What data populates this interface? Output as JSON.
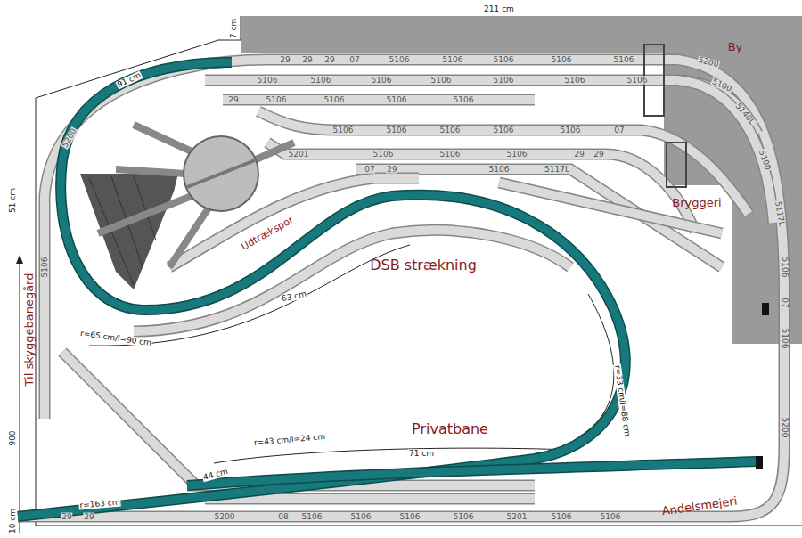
{
  "diagram": {
    "labels": [
      "211 cm",
      "7 cm",
      "91 cm",
      "51 cm",
      "Til skyggebanegård",
      "900",
      "10 cm",
      "By",
      "Bryggeri",
      "Udtrækspor",
      "DSB strækning",
      "Privatbane",
      "Andelsmejeri",
      "r=65 cm/l=90 cm",
      "63 cm",
      "r=33 cm/l=88 cm",
      "r=43 cm/l=24 cm",
      "71 cm",
      "44 cm",
      "r=163 cm",
      "29",
      "29",
      "29",
      "07",
      "5106",
      "5106",
      "5106",
      "5106",
      "5106",
      "5106",
      "5106",
      "5106",
      "5106",
      "5106",
      "5106",
      "5106",
      "29",
      "5106",
      "5106",
      "5106",
      "5106",
      "5106",
      "5106",
      "5106",
      "5106",
      "5106",
      "07",
      "5201",
      "5106",
      "5106",
      "5106",
      "29",
      "29",
      "07",
      "29",
      "5106",
      "5117L",
      "5200",
      "5100",
      "5140L",
      "5100",
      "5117L",
      "5106",
      "07",
      "5106",
      "5200",
      "29",
      "29",
      "5200",
      "08",
      "5106",
      "5106",
      "5106",
      "5106",
      "5201",
      "5106",
      "5106",
      "5200",
      "5106"
    ]
  }
}
